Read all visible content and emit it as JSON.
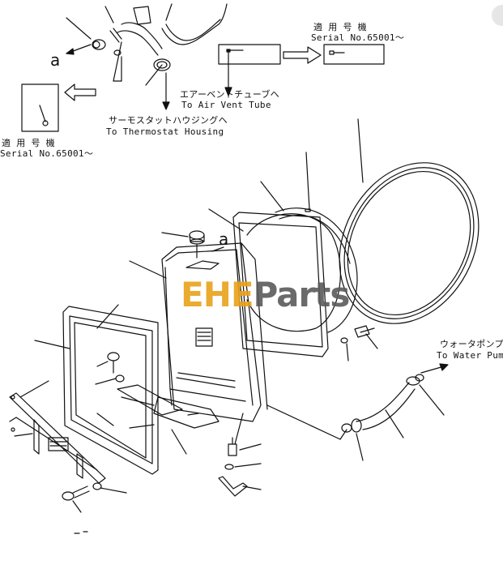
{
  "labels": {
    "serial_top_jp": "適 用 号 機",
    "serial_top_en": "Serial No.65001～",
    "serial_left_jp": "適 用 号 機",
    "serial_left_en": "Serial No.65001～",
    "air_vent_jp": "エアーベントチューブヘ",
    "air_vent_en": "To Air Vent Tube",
    "thermostat_jp": "サーモスタットハウジングヘ",
    "thermostat_en": "To Thermostat Housing",
    "water_pump_jp": "ウォータポンプヘ",
    "water_pump_en": "To Water Pump",
    "callout_a1": "a",
    "callout_a2": "a"
  },
  "watermark": {
    "part1": "EHE",
    "part2": "Parts"
  },
  "colors": {
    "line": "#111111",
    "logo_accent": "#e8a21a",
    "logo_gray": "#5a5a5a"
  }
}
